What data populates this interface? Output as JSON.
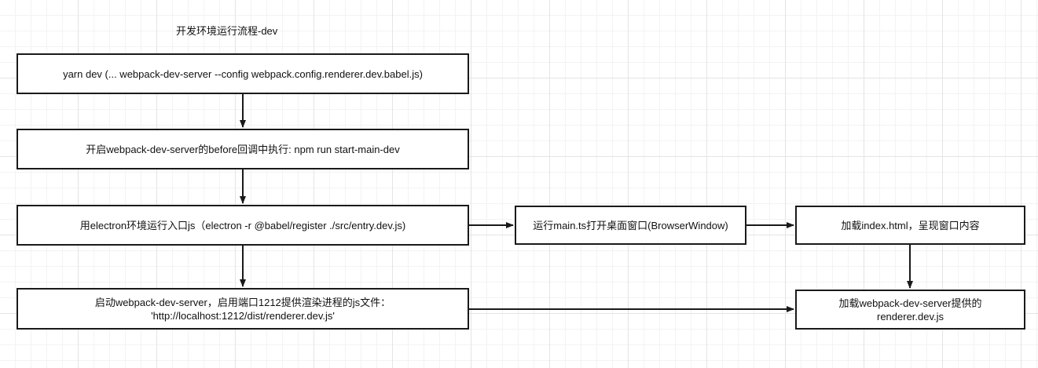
{
  "title": "开发环境运行流程-dev",
  "nodes": {
    "yarn_dev": "yarn dev (... webpack-dev-server --config webpack.config.renderer.dev.babel.js)",
    "before_hook": "开启webpack-dev-server的before回调中执行: npm run start-main-dev",
    "electron_entry": "用electron环境运行入口js（electron -r @babel/register ./src/entry.dev.js)",
    "main_ts": "运行main.ts打开桌面窗口(BrowserWindow)",
    "load_index": "加载index.html，呈现窗口内容",
    "start_wds": {
      "line1": "启动webpack-dev-server，启用端口1212提供渲染进程的js文件：",
      "line2": "'http://localhost:1212/dist/renderer.dev.js'"
    },
    "load_renderer": {
      "line1": "加载webpack-dev-server提供的",
      "line2": "renderer.dev.js"
    }
  },
  "colors": {
    "stroke": "#1a1a1a",
    "grid": "#e4e4e4"
  }
}
